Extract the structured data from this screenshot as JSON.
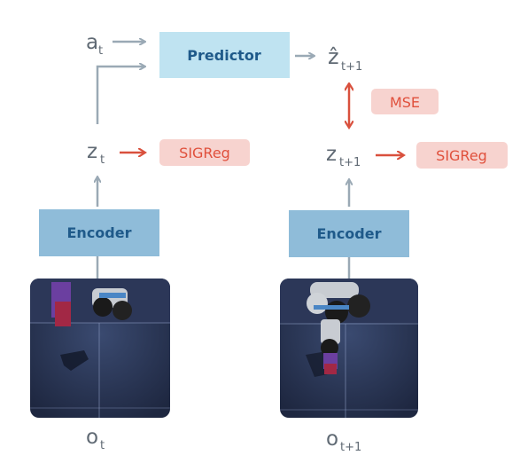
{
  "colors": {
    "predictor_box": "#bfe3f1",
    "encoder_box": "#8fbcd9",
    "box_text": "#1f5a8a",
    "reg_box": "#f7d3cf",
    "reg_text": "#e0503c",
    "flow_arrow": "#9aa9b5",
    "loss_arrow": "#d9503d",
    "variable_text": "#606a74"
  },
  "boxes": {
    "predictor": "Predictor",
    "encoder_left": "Encoder",
    "encoder_right": "Encoder",
    "sigreg_left": "SIGReg",
    "sigreg_right": "SIGReg",
    "mse": "MSE"
  },
  "variables": {
    "action": {
      "base": "a",
      "sub": "t"
    },
    "pred_next": {
      "base": "ẑ",
      "sub": "t+1"
    },
    "z_t": {
      "base": "z",
      "sub": "t"
    },
    "z_next": {
      "base": "z",
      "sub": "t+1"
    },
    "o_t": {
      "base": "o",
      "sub": "t"
    },
    "o_next": {
      "base": "o",
      "sub": "t+1"
    }
  },
  "images": {
    "left": "robot-arm-frame-icon",
    "right": "robot-arm-frame-icon"
  }
}
